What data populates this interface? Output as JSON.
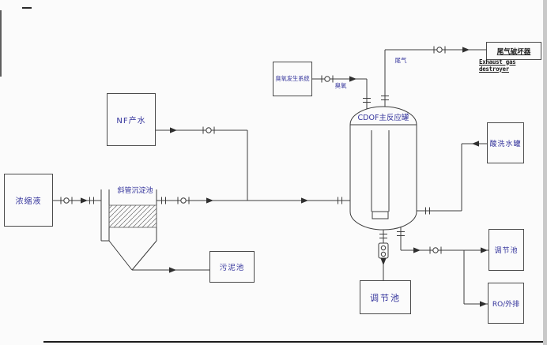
{
  "page": {
    "kind": "process-flow-diagram",
    "background": "#fbfbfb"
  },
  "colors": {
    "label_blue": "#32329b",
    "line": "#3c3c3c",
    "black_text": "#1b1b1b"
  },
  "equipment": {
    "concentrate": {
      "label": "浓缩液"
    },
    "nf_water": {
      "label": "NF产水"
    },
    "sedimentation_tank": {
      "label": "斜管沉淀池"
    },
    "sludge_tank": {
      "label": "污泥池"
    },
    "ozone_system": {
      "label": "臭氧发生系统"
    },
    "reactor": {
      "label": "CDOF主反应罐"
    },
    "exhaust_destroyer": {
      "label_cn": "尾气破坏器",
      "label_en": "Exhaust gas destroyer"
    },
    "acid_wash_tank": {
      "label": "酸洗水罐"
    },
    "regulating_tank_main": {
      "label": "调节池"
    },
    "regulating_tank_side": {
      "label": "调节池"
    },
    "ro_discharge": {
      "label": "RO/外排"
    }
  },
  "streams": {
    "ozone": {
      "label": "臭氧"
    },
    "tail_gas": {
      "label": "尾气"
    }
  }
}
